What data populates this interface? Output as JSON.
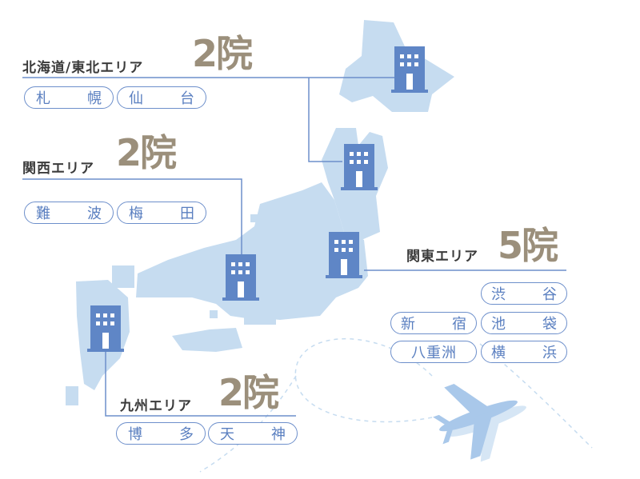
{
  "regions": {
    "hokkaido_tohoku": {
      "title": "北海道/東北エリア",
      "count": "2院",
      "branches": [
        "札　幌",
        "仙　台"
      ]
    },
    "kansai": {
      "title": "関西エリア",
      "count": "2院",
      "branches": [
        "難　波",
        "梅　田"
      ]
    },
    "kanto": {
      "title": "関東エリア",
      "count": "5院",
      "branches": [
        "渋　谷",
        "新　宿",
        "池　袋",
        "八重洲",
        "横　浜"
      ]
    },
    "kyushu": {
      "title": "九州エリア",
      "count": "2院",
      "branches": [
        "博　多",
        "天　神"
      ]
    }
  },
  "colors": {
    "map": "#c6dcf0",
    "building": "#5f86c6",
    "line": "#6d8fcb",
    "count": "#9b8f7b",
    "plane": "#a9c8ea"
  },
  "icons": [
    "building-icon",
    "airplane-icon"
  ]
}
